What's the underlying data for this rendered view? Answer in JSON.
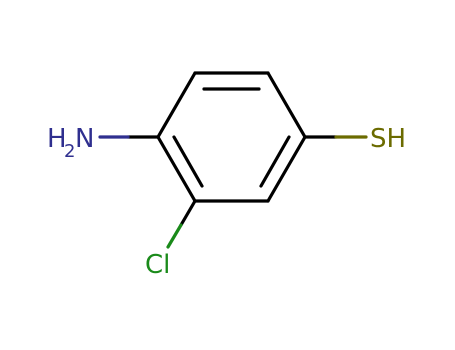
{
  "molecule": {
    "atom_labels": {
      "amine_h": "H",
      "amine_h_count": "2",
      "amine_n": "N",
      "chlorine": "Cl",
      "thiol": "SH"
    },
    "colors": {
      "bond": "#000000",
      "nitrogen": "#2f2f8f",
      "chlorine": "#1a8a1a",
      "sulfur": "#6b6b00"
    }
  }
}
